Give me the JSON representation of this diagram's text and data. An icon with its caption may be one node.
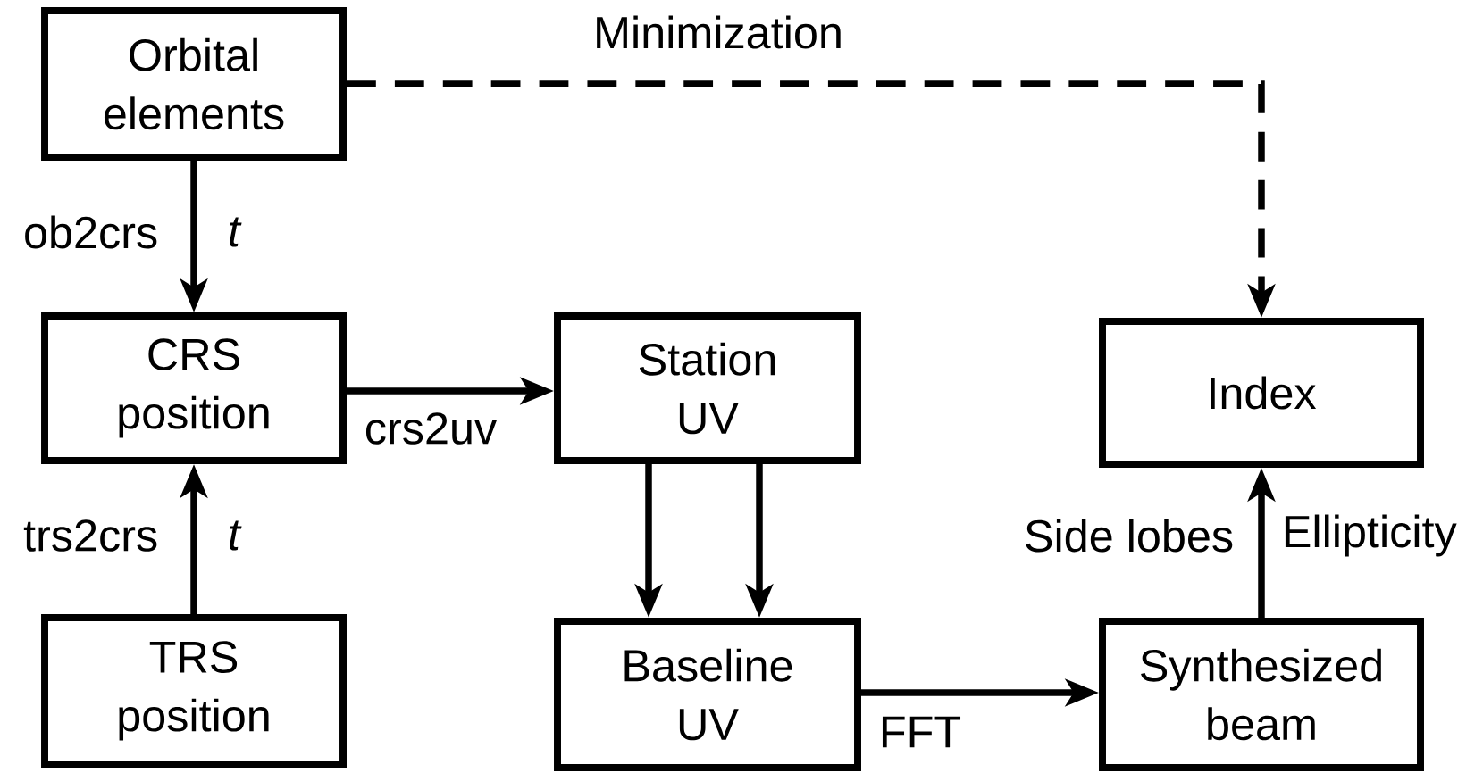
{
  "diagram": {
    "nodes": [
      {
        "text": [
          "Orbital elements"
        ]
      },
      {
        "text": [
          "CRS position"
        ]
      },
      {
        "text": [
          "TRS position"
        ]
      },
      {
        "text": [
          "Station UV"
        ]
      },
      {
        "text": [
          "Baseline UV"
        ]
      },
      {
        "text": [
          "Index"
        ]
      },
      {
        "text": [
          "Synthesized beam"
        ]
      }
    ],
    "edges": [
      {
        "from": 0,
        "to": 1,
        "arrow": "to",
        "label": "ob2crs"
      },
      {
        "from": 2,
        "to": 1,
        "arrow": "to",
        "label": "trs2crs"
      },
      {
        "from": 1,
        "to": 3,
        "arrow": "to",
        "label": "crs2uv"
      },
      {
        "from": 3,
        "to": 4,
        "arrow": "to"
      },
      {
        "from": 3,
        "to": 4,
        "arrow": "to"
      },
      {
        "from": 4,
        "to": 6,
        "arrow": "to",
        "label": "FFT"
      },
      {
        "from": 6,
        "to": 5,
        "arrow": "to",
        "label": "Side lobes"
      },
      {
        "from": 0,
        "to": 5,
        "arrow": "to",
        "label": "Minimization",
        "style": "dashed"
      }
    ],
    "labels": [
      "t",
      "t",
      "Ellipticity"
    ]
  }
}
